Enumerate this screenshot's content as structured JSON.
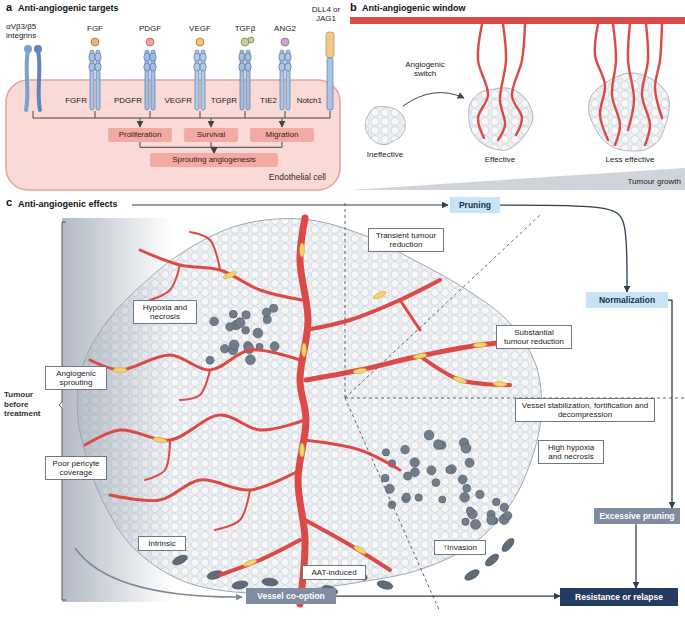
{
  "diagram": {
    "nodes": [
      {
        "text": [
          "Endothelial cell"
        ]
      },
      {
        "text": [
          "Proliferation"
        ],
        "in": 0
      },
      {
        "text": [
          "Survival"
        ],
        "in": 0
      },
      {
        "text": [
          "Migration"
        ],
        "in": 0
      },
      {
        "text": [
          "Sprouting angiogenesis"
        ],
        "in": 0
      },
      {
        "text": [
          "Pruning"
        ]
      },
      {
        "text": [
          "Transient tumour reduction"
        ]
      },
      {
        "text": [
          "Hypoxia and necrosis"
        ]
      },
      {
        "text": [
          "Normalization"
        ]
      },
      {
        "text": [
          "Substantial tumour reduction"
        ]
      },
      {
        "text": [
          "Angiogenic sprouting"
        ]
      },
      {
        "text": [
          "Vessel stabilization, fortification and decompression"
        ]
      },
      {
        "text": [
          "High hypoxia and necrosis"
        ]
      },
      {
        "text": [
          "Poor pericyte coverage"
        ]
      },
      {
        "text": [
          "Excessive pruning"
        ]
      },
      {
        "text": [
          "Intrinsic"
        ]
      },
      {
        "text": [
          "↑Invasion"
        ]
      },
      {
        "text": [
          "AAT-induced"
        ]
      },
      {
        "text": [
          "Vessel co-option"
        ]
      },
      {
        "text": [
          "Resistance or relapse"
        ]
      }
    ],
    "edges": [
      {
        "from": 1,
        "to": 4,
        "arrow": "to"
      },
      {
        "from": 2,
        "to": 4,
        "arrow": "to"
      },
      {
        "from": 3,
        "to": 4,
        "arrow": "to"
      },
      {
        "from": 5,
        "to": 8,
        "arrow": "to"
      },
      {
        "from": 8,
        "to": 14,
        "arrow": "to"
      },
      {
        "from": 14,
        "to": 19,
        "arrow": "to"
      },
      {
        "from": 18,
        "to": 19,
        "arrow": "to"
      }
    ],
    "labels": [
      "a",
      "Anti-angiogenic targets",
      "αVβ3/β5 integrins",
      "FGF",
      "PDGF",
      "VEGF",
      "TGFβ",
      "ANG2",
      "DLL4 or JAG1",
      "FGFR",
      "PDGFR",
      "VEGFR",
      "TGFβR",
      "TIE2",
      "Notch1",
      "b",
      "Anti-angiogenic window",
      "Angiogenic switch",
      "Ineffective",
      "Effective",
      "Less effective",
      "Tumour growth",
      "c",
      "Anti-angiogenic effects",
      "Tumour before treatment"
    ]
  }
}
